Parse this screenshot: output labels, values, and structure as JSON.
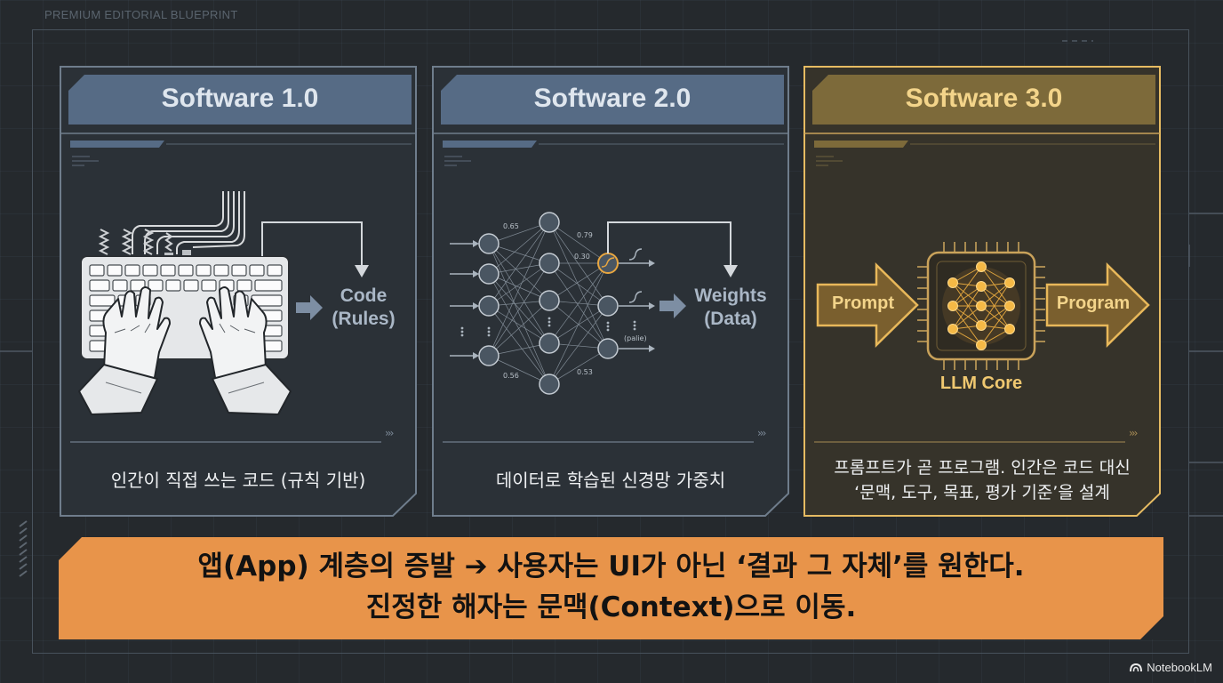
{
  "header": {
    "label": "PREMIUM EDITORIAL BLUEPRINT"
  },
  "panels": [
    {
      "title": "Software 1.0",
      "output_label_1": "Code",
      "output_label_2": "(Rules)",
      "caption": "인간이 직접 쓰는 코드 (규칙 기반)",
      "accent": "#566b85"
    },
    {
      "title": "Software 2.0",
      "output_label_1": "Weights",
      "output_label_2": "(Data)",
      "weights": [
        "0.65",
        "0.79",
        "0.30",
        "0.56",
        "0.53",
        "(palie)"
      ],
      "caption": "데이터로 학습된 신경망 가중치",
      "accent": "#566b85"
    },
    {
      "title": "Software 3.0",
      "input_label": "Prompt",
      "core_label": "LLM Core",
      "output_label": "Program",
      "caption_line_1": "프롬프트가 곧 프로그램. 인간은 코드 대신",
      "caption_line_2": "‘문맥, 도구, 목표, 평가 기준’을 설계",
      "accent": "#e8b85a"
    }
  ],
  "banner": {
    "line_1": "앱(App) 계층의 증발 ➔ 사용자는 UI가 아닌 ‘결과 그 자체’를 원한다.",
    "line_2": "진정한 해자는 문맥(Context)으로 이동.",
    "color": "#e8944a"
  },
  "brand": {
    "name": "NotebookLM"
  }
}
